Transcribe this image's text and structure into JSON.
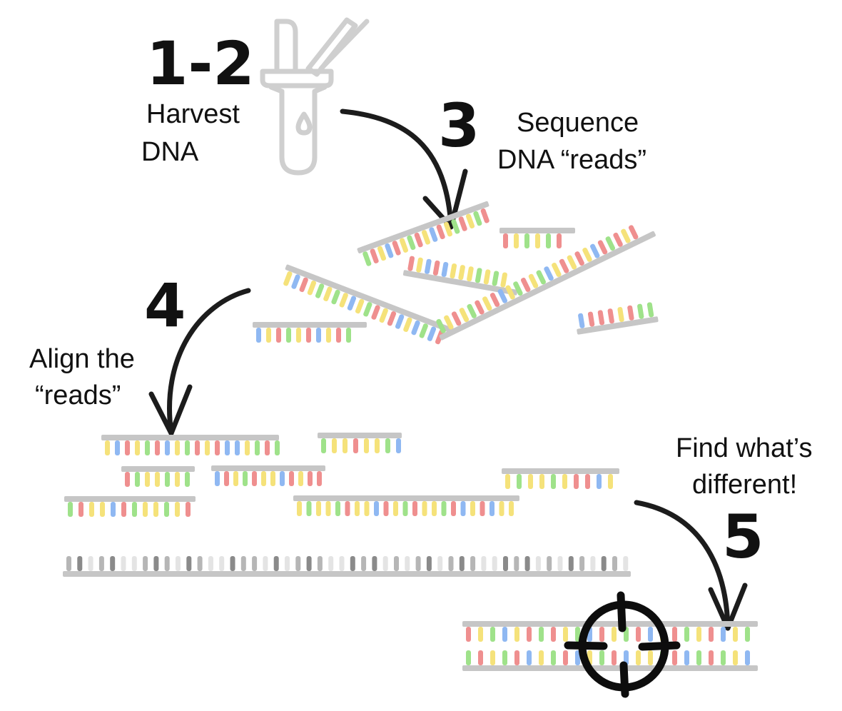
{
  "colors": {
    "red": "#ef8f8f",
    "yellow": "#f5e27a",
    "green": "#9fe28a",
    "blue": "#8fb8f2",
    "backbone": "#c6c6c6",
    "reference_light": "#e4e4e4",
    "reference_mid": "#b6b6b6",
    "reference_dark": "#8a8a8a",
    "ink": "#1c1c1c"
  },
  "icons": {
    "tube": "pipette-tube-icon",
    "target": "crosshair-target-icon"
  },
  "steps": [
    {
      "number": "1-2",
      "label_lines": [
        "Harvest",
        "DNA"
      ]
    },
    {
      "number": "3",
      "label_lines": [
        "Sequence",
        "DNA “reads”"
      ]
    },
    {
      "number": "4",
      "label_lines": [
        "Align the",
        "“reads”"
      ]
    },
    {
      "number": "5",
      "label_lines": [
        "Find what’s",
        "different!"
      ]
    }
  ]
}
